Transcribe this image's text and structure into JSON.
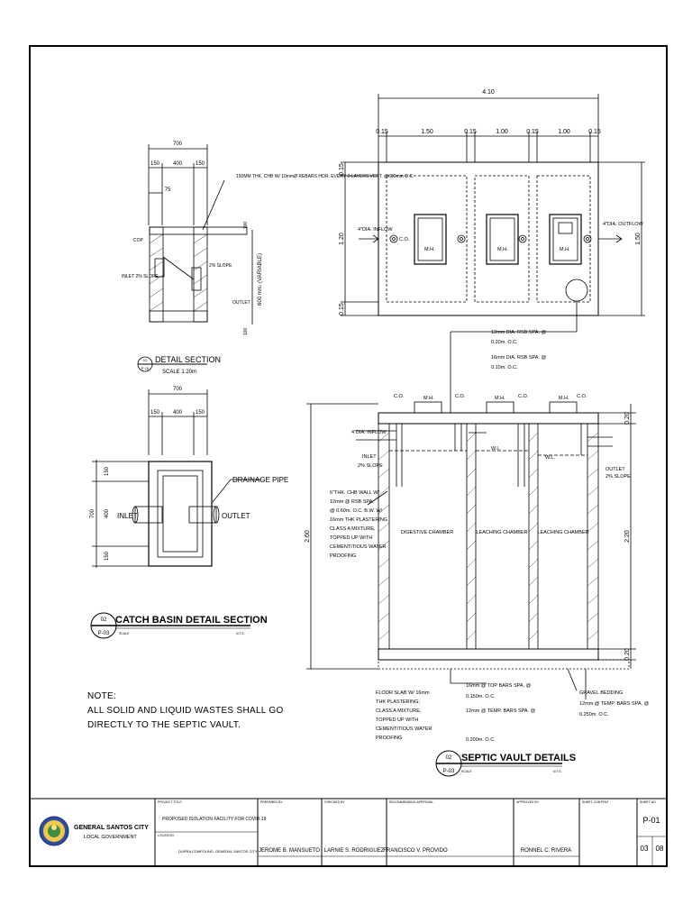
{
  "top_plan": {
    "overall_width": "4.10",
    "widths": [
      "0.15",
      "1.50",
      "0.15",
      "1.00",
      "0.15",
      "1.00",
      "0.15"
    ],
    "heights": [
      "0.15",
      "1.20",
      "0.15"
    ],
    "overall_height": "1.50",
    "inflow": "4\"DIA. INFLOW",
    "outflow": "4\"DIA. OUTFLOW",
    "co": "C.O.",
    "mh": "M.H."
  },
  "detail_section": {
    "dims_top": [
      "700",
      "150",
      "400",
      "150",
      "75"
    ],
    "note_slab": "150MM THK. CHB W/ 10mmØ REBARS HOR. EVERY 2-LAYERS VERT. @600mm O.C.",
    "cop": "COP",
    "inlet": "INLET 2% SLOPE",
    "slope": "2% SLOPE",
    "outlet": "OUTLET",
    "depth": "600 mm. (VARIABLE)",
    "side_dims": [
      "100",
      "100"
    ],
    "marker_num": "01",
    "marker_ref": "P-10",
    "title": "DETAIL SECTION",
    "scale": "SCALE 1:20m"
  },
  "catch_basin": {
    "dims_top": [
      "700",
      "150",
      "400",
      "150"
    ],
    "dims_side": [
      "700",
      "150",
      "400",
      "150"
    ],
    "drainage_pipe": "DRAINAGE PIPE",
    "inlet": "INLET",
    "outlet": "OUTLET",
    "marker_num": "02",
    "marker_ref": "P-03",
    "title": "CATCH BASIN DETAIL SECTION",
    "scale_left": "SCALE",
    "scale_right": "N.T.S."
  },
  "note": {
    "line1": "NOTE:",
    "line2": "ALL SOLID AND LIQUID WASTES SHALL GO",
    "line3": "DIRECTLY TO THE SEPTIC VAULT."
  },
  "septic_section": {
    "rebar1": "12mm DIA. RSB SPA. @",
    "rebar1b": "0.20m. O.C.",
    "rebar2": "16mm DIA. RSB SPA. @",
    "rebar2b": "0.10m. O.C.",
    "co": "C.O.",
    "mh": "M.H.",
    "inflow": "4\"DIA. INFLOW",
    "inlet": "INLET",
    "inlet_slope": "2% SLOPE",
    "outlet": "OUTLET",
    "outlet_slope": "2% SLOPE",
    "wl": "W.L.",
    "wall_note": [
      "6\"THK. CHB WALL W/",
      "12mm @ RSB SPA.",
      "@ 0.60m. O.C. B.W. W/",
      "16mm THK PLASTERING",
      "CLASS A MIXTURE,",
      "TOPPED UP WITH",
      "CEMENTITIOUS WATER",
      "PROOFING"
    ],
    "chambers": [
      "DIGESTIVE CHAMBER",
      "LEACHING CHAMBER",
      "LEACHING CHAMBER"
    ],
    "overall_height": "2.60",
    "right_dims": [
      "0.20",
      "2.20",
      "0.20"
    ],
    "floor_note": [
      "FLOOR SLAB W/ 16mm",
      "THK PLASTERING;",
      "CLASS A MIXTURE,",
      "TOPPED UP WITH",
      "CEMENTITIOUS WATER",
      "PROOFING"
    ],
    "bot_bars": "16mm @ TOP BARS SPA. @",
    "bot_bars_b": "0.150m. O.C.",
    "temp_bars": "12mm @ TEMP. BARS SPA. @",
    "slab_thk": "0.200m. O.C.",
    "gravel": "GRAVEL BEDDING",
    "temp_bars2": "12mm @ TEMP. BARS SPA. @",
    "temp_bars2b": "0.250m. O.C.",
    "marker_num": "02",
    "marker_ref": "P-03",
    "title": "SEPTIC VAULT DETAILS",
    "scale_left": "SCALE",
    "scale_right": "N.T.S."
  },
  "title_block": {
    "org": "GENERAL SANTOS CITY",
    "org_sub": "LOCAL GOVERNMENT",
    "project_label": "PROJECT TITLE",
    "project": "PROPOSED ISOLATION FACILITY FOR COVID-19",
    "location_label": "LOCATION",
    "location": "DUPRA COMPOUND, GENERAL SANTOS CITY",
    "prepared_label": "PREPARED BY",
    "prepared": "JEROME B. MANSUETO",
    "checked_label": "CHECKED BY",
    "checked": "LARNIE S. RODRIGUEZ",
    "recommending_label": "RECOMMENDING APPROVAL",
    "recommending": "FRANCISCO V. PROVIDO",
    "approved_label": "APPROVED BY",
    "approved": "RONNEL C. RIVERA",
    "sheet_content_label": "SHEET CONTENT",
    "sheet_no_label": "SHEET NO.",
    "sheet_no": "P-01",
    "sheet_of": "03",
    "sheet_total": "08"
  }
}
